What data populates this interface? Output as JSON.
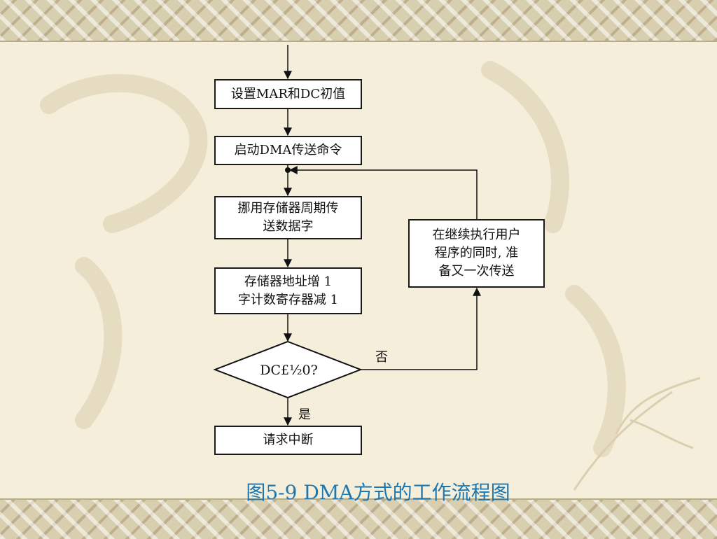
{
  "flowchart": {
    "steps": {
      "init": "设置MAR和DC初值",
      "start": "启动DMA传送命令",
      "transfer_line1": "挪用存储器周期传",
      "transfer_line2": "送数据字",
      "update_line1": "存储器地址增 1",
      "update_line2": "字计数寄存器减 1",
      "decision": "DC£½0?",
      "interrupt": "请求中断",
      "continue_line1": "在继续执行用户",
      "continue_line2": "程序的同时, 准",
      "continue_line3": "备又一次传送"
    },
    "edges": {
      "no": "否",
      "yes": "是"
    }
  },
  "caption": "图5-9  DMA方式的工作流程图",
  "colors": {
    "caption": "#1d77b0",
    "background": "#f4eedb",
    "border_band": "#d8ceb0"
  }
}
